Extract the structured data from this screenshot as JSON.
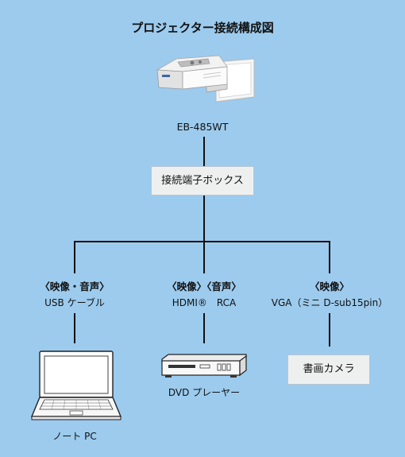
{
  "title": "プロジェクター接続構成図",
  "projector": {
    "model": "EB-485WT"
  },
  "hub": {
    "label": "接続端子ボックス"
  },
  "branches": [
    {
      "signal": "〈映像・音声〉",
      "cable": "USB ケーブル",
      "device": "ノート PC",
      "device_icon": "laptop-icon"
    },
    {
      "signal": "〈映像〉〈音声〉",
      "cable": "HDMI®　RCA",
      "device": "DVD プレーヤー",
      "device_icon": "dvd-player-icon"
    },
    {
      "signal": "〈映像〉",
      "cable": "VGA（ミニ D-sub15pin）",
      "device": "書画カメラ",
      "device_icon": "document-camera-box"
    }
  ],
  "colors": {
    "background": "#9ccbee",
    "line": "#111111",
    "box_fill": "#eef0f0"
  }
}
